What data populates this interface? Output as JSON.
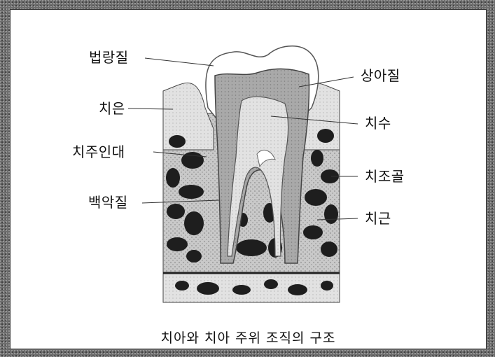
{
  "labels": {
    "enamel": "법랑질",
    "gingiva": "치은",
    "periodontal_ligament": "치주인대",
    "cementum": "백악질",
    "dentin": "상아질",
    "pulp": "치수",
    "alveolar_bone": "치조골",
    "root": "치근"
  },
  "caption": "치아와 치아 주위 조직의 구조"
}
